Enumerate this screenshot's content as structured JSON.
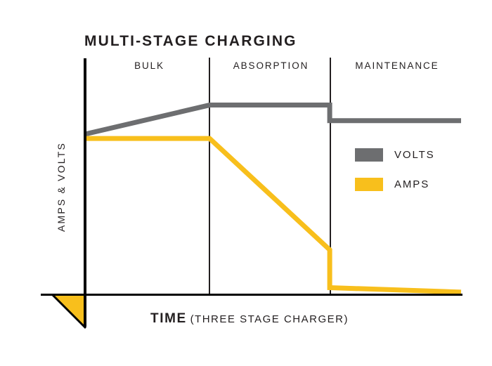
{
  "title": "MULTI-STAGE CHARGING",
  "axes": {
    "y_label": "AMPS & VOLTS",
    "x_label_strong": "TIME",
    "x_label_sub": "(THREE STAGE CHARGER)"
  },
  "stages": [
    {
      "name": "stage-bulk",
      "label": "BULK"
    },
    {
      "name": "stage-absorption",
      "label": "ABSORPTION"
    },
    {
      "name": "stage-maintenance",
      "label": "MAINTENANCE"
    }
  ],
  "legend": [
    {
      "label": "VOLTS",
      "color": "#6d6e70"
    },
    {
      "label": "AMPS",
      "color": "#f8bf1c"
    }
  ],
  "colors": {
    "volts": "#6d6e70",
    "amps": "#f8bf1c",
    "axis": "#000000",
    "divider": "#231f20",
    "text": "#231f20",
    "background": "#ffffff"
  },
  "chart_data": {
    "type": "line",
    "title": "MULTI-STAGE CHARGING",
    "xlabel": "TIME (THREE STAGE CHARGER)",
    "ylabel": "AMPS & VOLTS",
    "grid": false,
    "legend_position": "right-middle",
    "axis_ticks": false,
    "xlim": [
      0,
      100
    ],
    "ylim": [
      0,
      100
    ],
    "stage_boundaries": [
      {
        "label": "BULK",
        "x_start": 0,
        "x_end": 33
      },
      {
        "label": "ABSORPTION",
        "x_start": 33,
        "x_end": 65
      },
      {
        "label": "MAINTENANCE",
        "x_start": 65,
        "x_end": 100
      }
    ],
    "series": [
      {
        "name": "VOLTS",
        "color": "#6d6e70",
        "points": [
          {
            "x": 0,
            "y": 72
          },
          {
            "x": 33,
            "y": 85
          },
          {
            "x": 65,
            "y": 85
          },
          {
            "x": 65,
            "y": 78
          },
          {
            "x": 100,
            "y": 78
          }
        ]
      },
      {
        "name": "AMPS",
        "color": "#f8bf1c",
        "points": [
          {
            "x": 0,
            "y": 70
          },
          {
            "x": 33,
            "y": 70
          },
          {
            "x": 65,
            "y": 20
          },
          {
            "x": 65,
            "y": 3
          },
          {
            "x": 100,
            "y": 1
          }
        ]
      }
    ],
    "annotations": [
      {
        "name": "origin-triangle",
        "shape": "triangle",
        "color": "#f8bf1c",
        "description": "Filled yellow triangle below the axis origin"
      }
    ]
  }
}
